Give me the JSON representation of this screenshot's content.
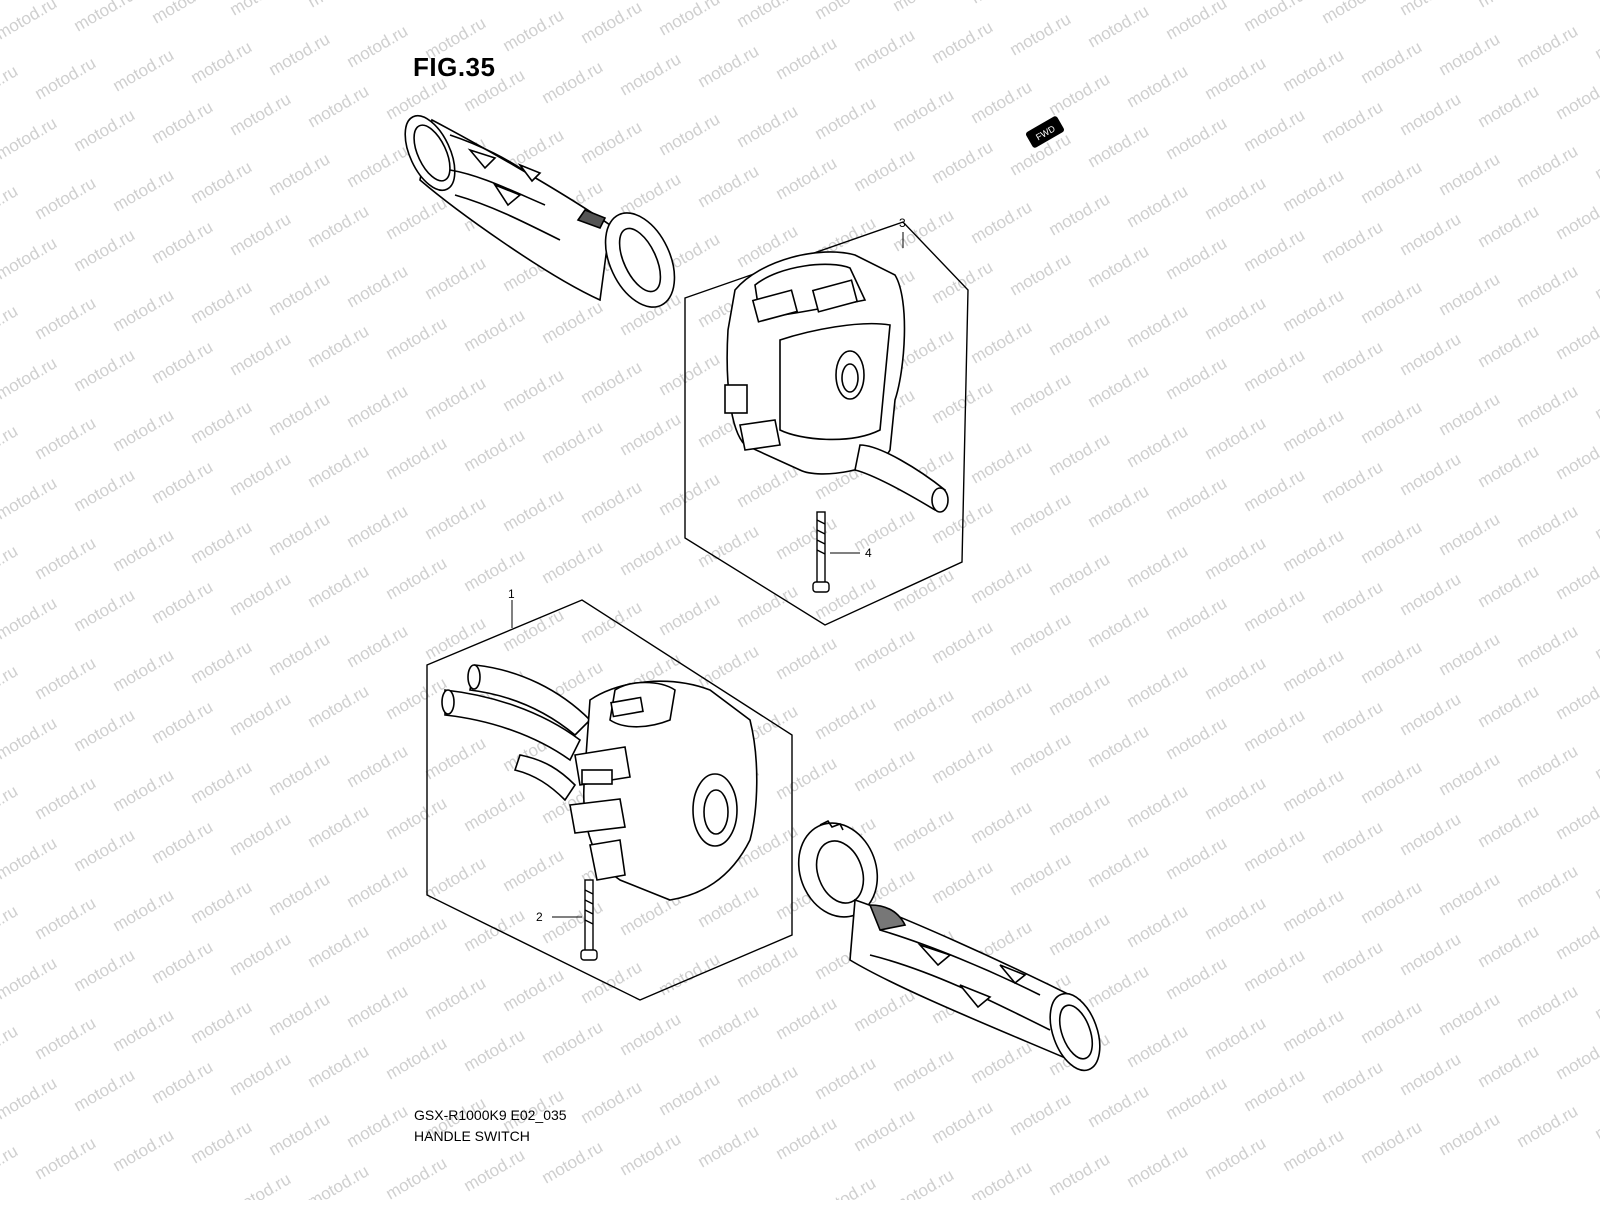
{
  "figure": {
    "title": "FIG.35",
    "model_code": "GSX-R1000K9 E02_035",
    "name": "HANDLE SWITCH"
  },
  "watermark": {
    "text": "motod.ru",
    "color": "#cfcfcf"
  },
  "direction_badge": {
    "text": "FWD",
    "icon": "forward-arrow-icon"
  },
  "callouts": [
    {
      "number": "1",
      "part": "left handle switch assembly"
    },
    {
      "number": "2",
      "part": "screw"
    },
    {
      "number": "3",
      "part": "right handle switch assembly"
    },
    {
      "number": "4",
      "part": "screw"
    }
  ],
  "colors": {
    "line": "#000000",
    "background": "#ffffff"
  }
}
